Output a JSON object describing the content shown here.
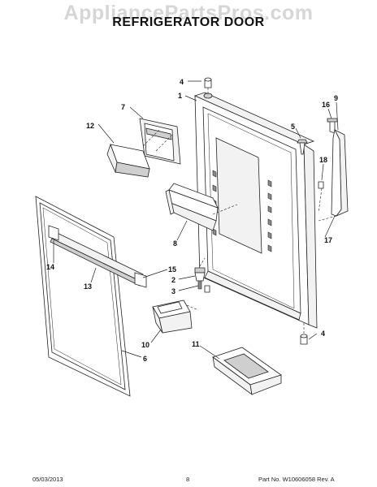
{
  "header": {
    "watermark": "AppliancePartsPros.com",
    "title": "REFRIGERATOR DOOR"
  },
  "callouts": {
    "c1": "1",
    "c2": "2",
    "c3": "3",
    "c4a": "4",
    "c4b": "4",
    "c5": "5",
    "c6": "6",
    "c7": "7",
    "c8": "8",
    "c9": "9",
    "c10": "10",
    "c11": "11",
    "c12": "12",
    "c13": "13",
    "c14": "14",
    "c15": "15",
    "c16": "16",
    "c17": "17",
    "c18": "18"
  },
  "footer": {
    "date": "05/03/2013",
    "page": "8",
    "part": "Part No.  W10606058  Rev. A"
  }
}
